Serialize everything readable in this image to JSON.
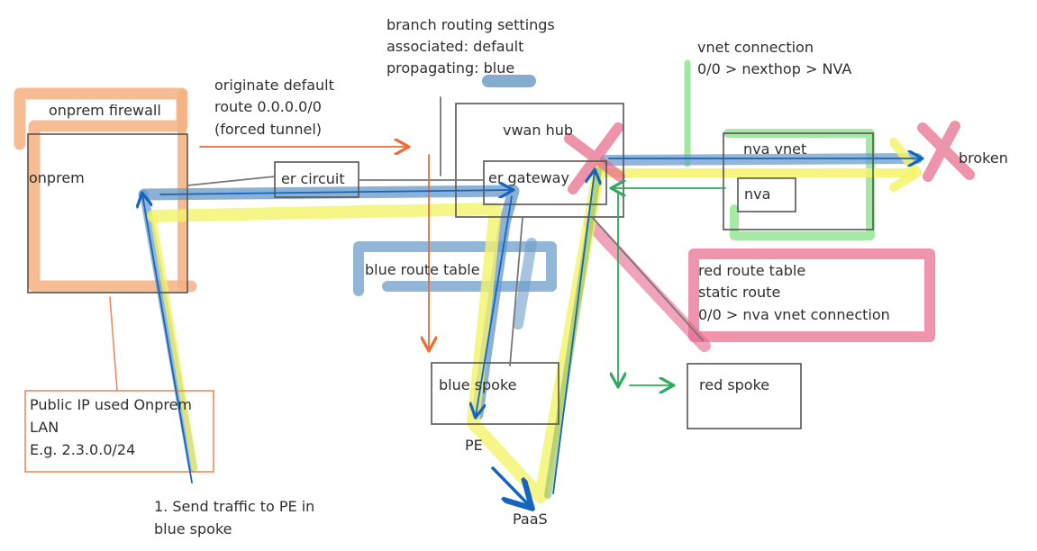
{
  "colors": {
    "orange": "#f4b183",
    "orange_line": "#f06a32",
    "blue_highlight": "#6e9dc9",
    "yellow_highlight": "#f3f36a",
    "green_highlight": "#8fe38f",
    "red_highlight": "#e8668a",
    "blue_arrow": "#1565c0",
    "green_arrow": "#2eaa5e",
    "gray_line": "#777777"
  },
  "nodes": {
    "onprem_firewall": "onprem firewall",
    "onprem": "onprem",
    "er_circuit": "er circuit",
    "vwan_hub": "vwan hub",
    "er_gateway": "er gateway",
    "nva_vnet": "nva vnet",
    "nva": "nva",
    "blue_spoke": "blue spoke",
    "red_spoke": "red spoke",
    "pe": "PE",
    "paas": "PaaS",
    "broken": "broken"
  },
  "annotations": {
    "branch_routing": [
      "branch routing settings",
      "associated: default",
      "propagating: blue"
    ],
    "originate_default": [
      "originate default",
      "route 0.0.0.0/0",
      "(forced tunnel)"
    ],
    "vnet_connection": [
      "vnet connection",
      "0/0 > nexthop > NVA"
    ],
    "blue_route_table": "blue route table",
    "red_route_table": [
      "red route table",
      "static route",
      "0/0 > nva vnet connection"
    ],
    "public_ip": [
      "Public IP used Onprem",
      "LAN",
      "E.g. 2.3.0.0/24"
    ],
    "step1": [
      "1. Send traffic to PE in",
      "blue spoke"
    ]
  }
}
